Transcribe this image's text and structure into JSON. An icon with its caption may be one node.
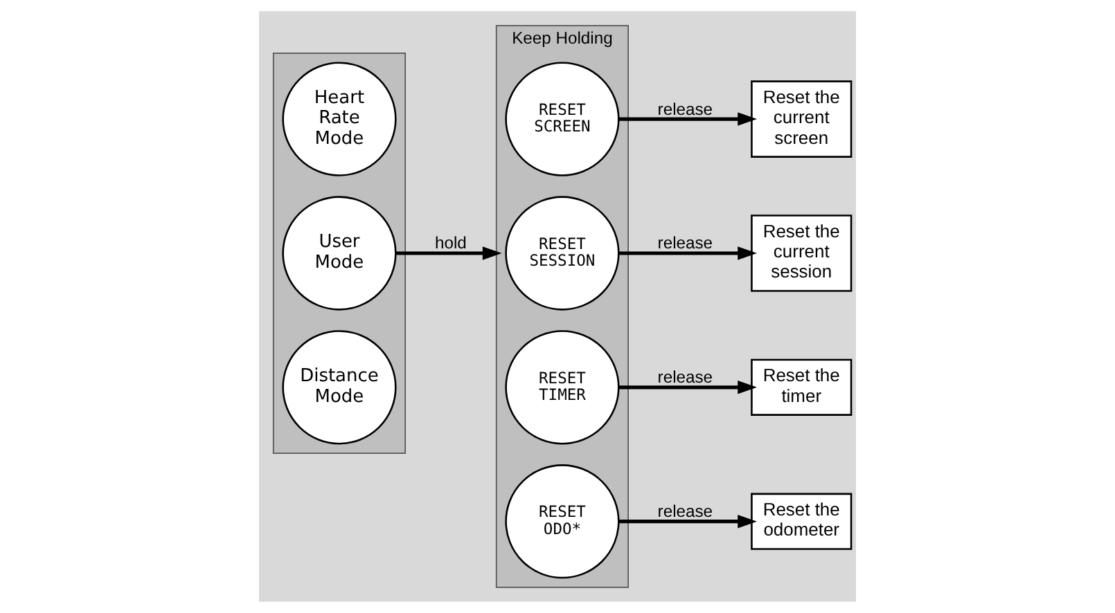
{
  "diagram": {
    "nodes": [
      {
        "text": [],
        "shape": "box"
      },
      {
        "text": [
          "Heart Rate Mode"
        ],
        "in": 0
      },
      {
        "text": [
          "User Mode"
        ],
        "in": 0
      },
      {
        "text": [
          "Distance Mode"
        ],
        "in": 0
      },
      {
        "text": [
          "Keep Holding"
        ]
      },
      {
        "text": [
          "RESET SCREEN"
        ],
        "in": 4
      },
      {
        "text": [
          "RESET SESSION"
        ],
        "in": 4
      },
      {
        "text": [
          "RESET TIMER"
        ],
        "in": 4
      },
      {
        "text": [
          "RESET ODO*"
        ],
        "in": 4
      },
      {
        "text": [
          "Reset the current screen"
        ]
      },
      {
        "text": [
          "Reset the current session"
        ]
      },
      {
        "text": [
          "Reset the timer"
        ]
      },
      {
        "text": [
          "Reset the odometer"
        ]
      }
    ],
    "edges": [
      {
        "from": 2,
        "to": 4,
        "arrow": "to",
        "label": "hold"
      },
      {
        "from": 5,
        "to": 9,
        "arrow": "to",
        "label": "release"
      },
      {
        "from": 6,
        "to": 10,
        "arrow": "to",
        "label": "release"
      },
      {
        "from": 7,
        "to": 11,
        "arrow": "to",
        "label": "release"
      },
      {
        "from": 8,
        "to": 12,
        "arrow": "to",
        "label": "release"
      }
    ]
  }
}
